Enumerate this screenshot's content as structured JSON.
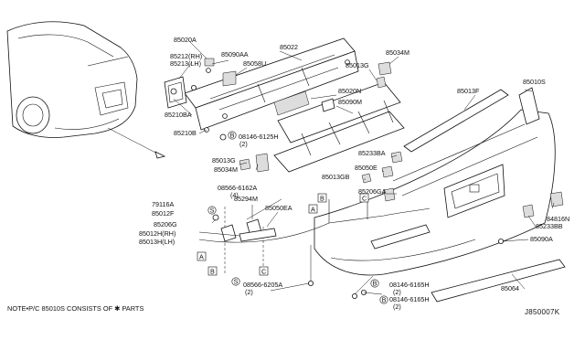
{
  "labels": {
    "l85020A": "85020A",
    "l85090AA": "85090AA",
    "l85022": "85022",
    "l85034M_top": "85034M",
    "l85010S": "85010S",
    "l85212": "85212(RH)",
    "l85213": "85213(LH)",
    "l85058U": "85058U",
    "l85013G_top": "85013G",
    "l85210BA": "85210BA",
    "l85020N": "85020N",
    "l85090M": "85090M",
    "l85013F": "85013F",
    "l08146_6125H": "08146-6125H",
    "l08146_6125H_qty": "(2)",
    "l85210B": "85210B",
    "l85013G_mid": "85013G",
    "l85034M_mid": "85034M",
    "l85233BA": "85233BA",
    "l85050E": "85050E",
    "l85013GB": "85013GB",
    "l85206GA": "85206GA",
    "l08566_6162A": "08566-6162A",
    "l08566_6162A_qty": "(4)",
    "l79116A": "79116A",
    "l85294M": "85294M",
    "l85012F": "85012F",
    "l85050EA": "85050EA",
    "l85206G": "85206G",
    "l85012H": "85012H(RH)",
    "l85013H": "85013H(LH)",
    "l84816N": "84816N",
    "l85233BB": "85233BB",
    "l85090A": "85090A",
    "l08566_6205A": "08566-6205A",
    "l08566_6205A_qty": "(2)",
    "l08146_6165H_a": "08146-6165H",
    "l08146_6165H_a_qty": "(2)",
    "l08146_6165H_b": "08146-6165H",
    "l08146_6165H_b_qty": "(2)",
    "l85064": "85064"
  },
  "callouts": {
    "A": "A",
    "B": "B",
    "C": "C",
    "S": "S"
  },
  "footer": {
    "note": "NOTE•P/C 85010S CONSISTS OF ✱ PARTS",
    "code": "J850007K"
  }
}
